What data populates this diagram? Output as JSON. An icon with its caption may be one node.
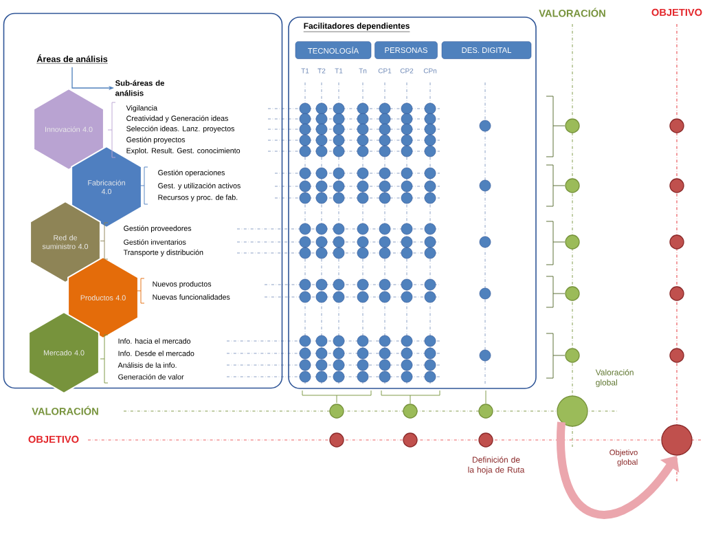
{
  "diagram": {
    "nodes": [
      {
        "text": [],
        "shape": "box"
      },
      {
        "text": [
          "Áreas de análisis"
        ],
        "in": 0
      },
      {
        "text": [
          "Sub-áreas de análisis"
        ],
        "in": 0
      },
      {
        "text": [
          "Innovación 4.0"
        ],
        "in": 0
      },
      {
        "text": [
          "Fabricación 4.0"
        ],
        "in": 0
      },
      {
        "text": [
          "Red de suministro 4.0"
        ],
        "in": 0
      },
      {
        "text": [
          "Productos 4.0"
        ],
        "in": 0
      },
      {
        "text": [
          "Mercado 4.0"
        ],
        "in": 0
      },
      {
        "text": [
          "Facilitadores dependientes"
        ]
      },
      {
        "text": [
          "TECNOLOGÍA"
        ],
        "in": 8
      },
      {
        "text": [
          "PERSONAS"
        ],
        "in": 8
      },
      {
        "text": [
          "DES. DIGITAL"
        ],
        "in": 8
      },
      {
        "text": [],
        "shape": "circle",
        "beside": [
          "Valoración global"
        ]
      },
      {
        "text": [],
        "shape": "circle",
        "beside": [
          "Objetivo global"
        ]
      }
    ],
    "edges": [
      {
        "from": 1,
        "to": 2,
        "arrow": "to"
      },
      {
        "from": 12,
        "to": 13,
        "arrow": "to",
        "style": "thick",
        "color": "#eba6ad"
      }
    ],
    "labels": [
      "VALORACIÓN",
      "OBJETIVO",
      "T1",
      "T2",
      "T1",
      "Tn",
      "CP1",
      "CP2",
      "CPn",
      "Vigilancia",
      "Creatividad y Generación ideas",
      "Selección ideas. Lanz.  proyectos",
      "Gestión proyectos",
      "Explot. Result. Gest. conocimiento",
      "Gestión operaciones",
      "Gest. y utilización activos",
      "Recursos y proc. de fab.",
      "Gestión proveedores",
      "Gestión inventarios",
      "Transporte y distribución",
      "Nuevos productos",
      "Nuevas funcionalidades",
      "Info. hacia el mercado",
      "Info. Desde el mercado",
      "Análisis de la info.",
      "Generación de valor",
      "VALORACIÓN",
      "OBJETIVO",
      "Definición de la hoja de Ruta"
    ]
  }
}
